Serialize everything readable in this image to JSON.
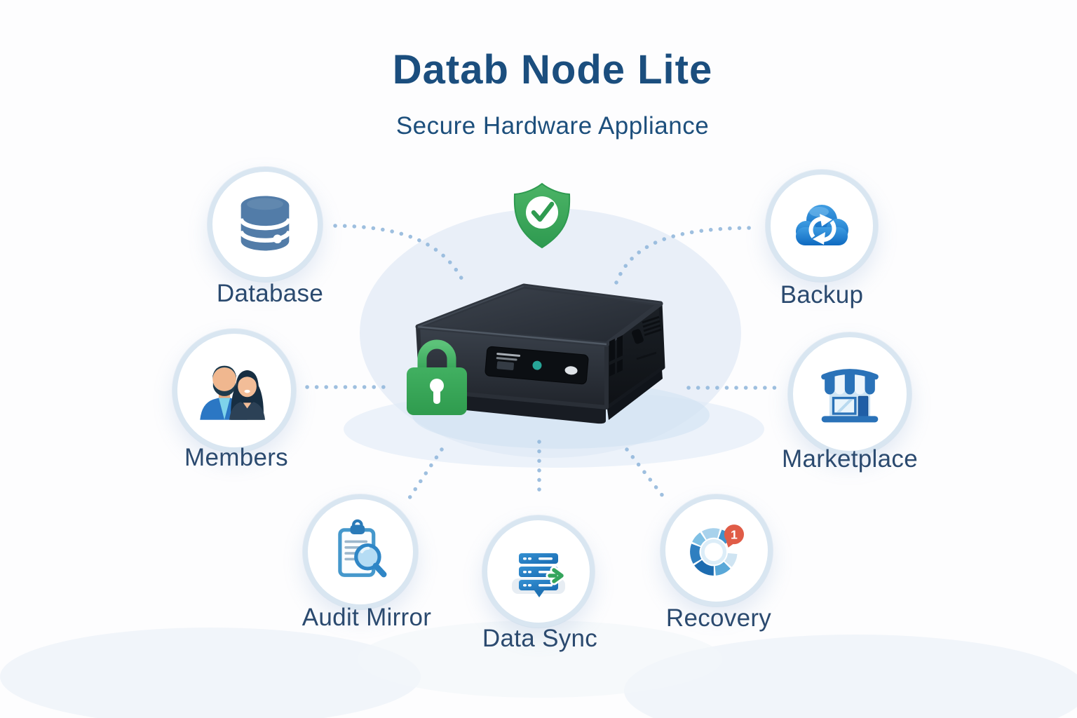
{
  "header": {
    "title": "Datab Node Lite",
    "subtitle": "Secure Hardware Appliance"
  },
  "features": [
    {
      "id": "database",
      "label": "Database",
      "icon": "database-icon"
    },
    {
      "id": "backup",
      "label": "Backup",
      "icon": "cloud-backup-icon"
    },
    {
      "id": "members",
      "label": "Members",
      "icon": "users-icon"
    },
    {
      "id": "marketplace",
      "label": "Marketplace",
      "icon": "storefront-icon"
    },
    {
      "id": "audit-mirror",
      "label": "Audit Mirror",
      "icon": "clipboard-search-icon"
    },
    {
      "id": "data-sync",
      "label": "Data Sync",
      "icon": "server-stack-icon"
    },
    {
      "id": "recovery",
      "label": "Recovery",
      "icon": "progress-ring-icon",
      "badge": "1"
    }
  ],
  "center": {
    "device": "mini-pc-appliance",
    "shield": "shield-check-icon",
    "padlock": "green-padlock-icon"
  },
  "colors": {
    "title_blue": "#1b4e7e",
    "label_blue": "#2b4a6f",
    "connector_dot": "#93b8dc",
    "security_green": "#35a457",
    "icon_blue": "#1f72b8",
    "steel_blue": "#527ca8",
    "badge_red": "#e05c47",
    "led_teal": "#27a597"
  }
}
